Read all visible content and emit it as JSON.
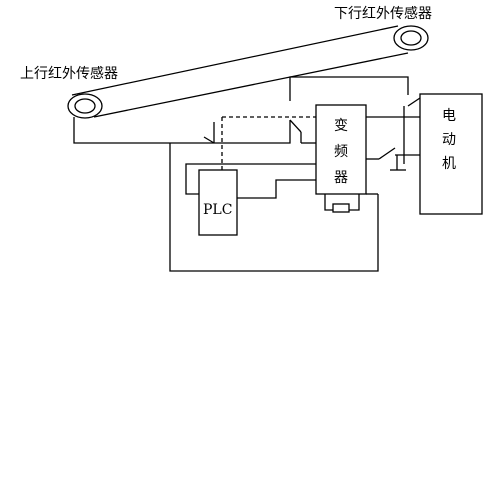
{
  "diagram": {
    "labels": {
      "upper_sensor": "下行红外传感器",
      "lower_sensor": "上行红外传感器",
      "inverter_chars": [
        "变",
        "频",
        "器"
      ],
      "motor_chars": [
        "电",
        "动",
        "机"
      ],
      "plc": "PLC"
    }
  }
}
